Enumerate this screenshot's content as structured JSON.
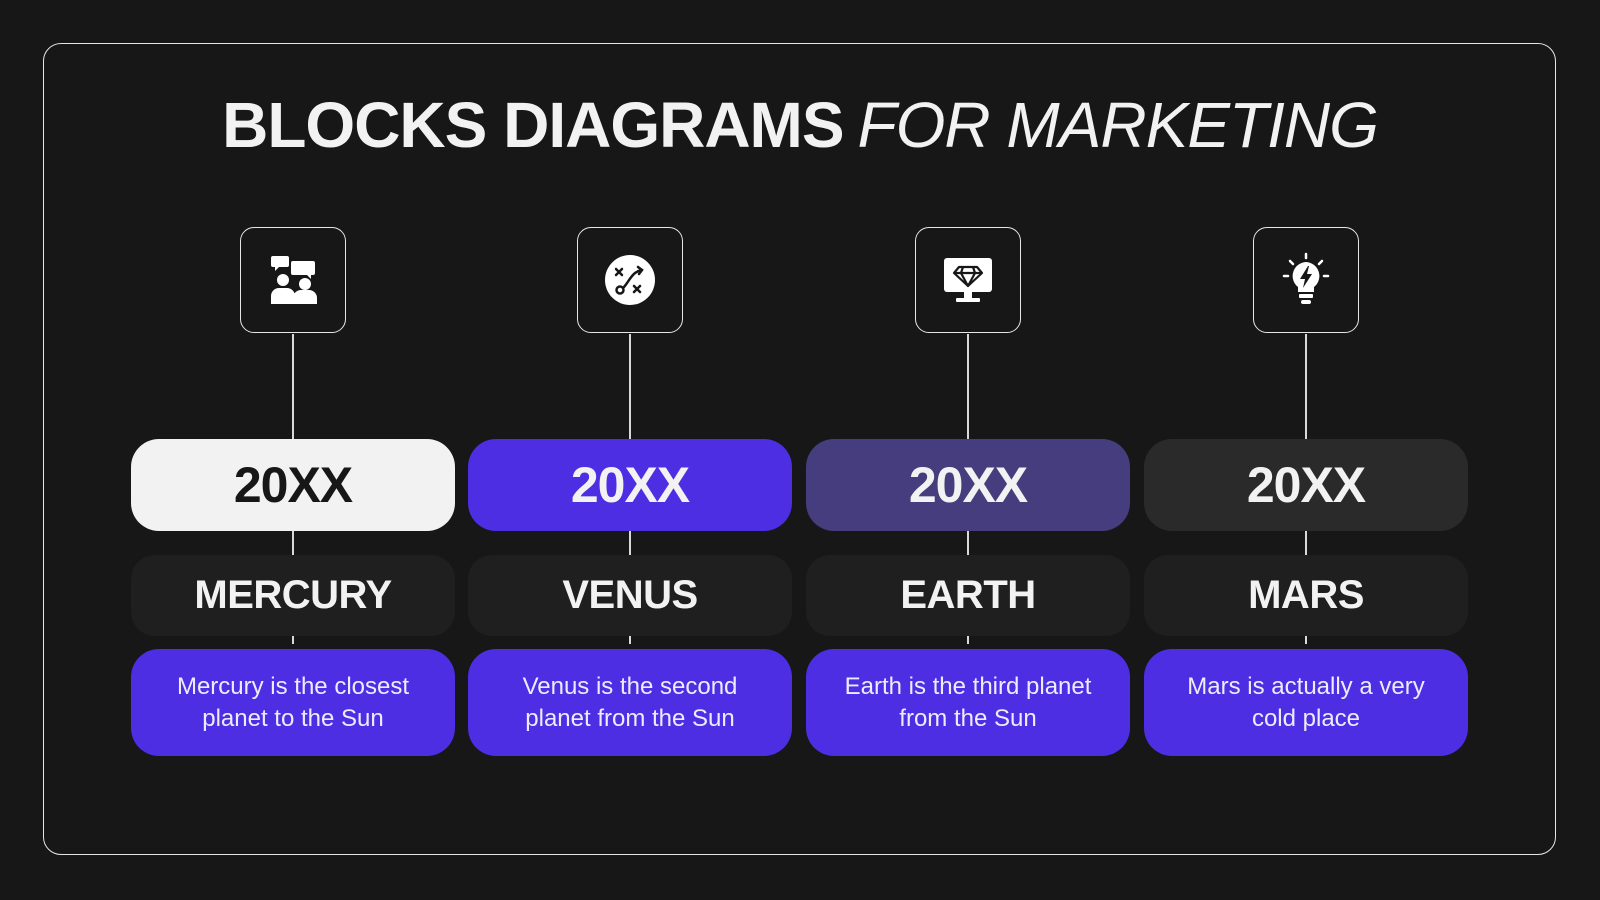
{
  "title": {
    "bold": "BLOCKS DIAGRAMS",
    "light": "FOR MARKETING"
  },
  "colors": {
    "background": "#171717",
    "accent": "#4d2ee3",
    "muted_purple": "#453d7d",
    "white_block": "#f2f2f2",
    "dark_block": "#2a2a2a"
  },
  "columns": [
    {
      "icon": "team-chat-icon",
      "year": "20XX",
      "name": "MERCURY",
      "description": "Mercury is the closest planet to the Sun"
    },
    {
      "icon": "strategy-play-icon",
      "year": "20XX",
      "name": "VENUS",
      "description": "Venus is the second planet from the Sun"
    },
    {
      "icon": "monitor-diamond-icon",
      "year": "20XX",
      "name": "EARTH",
      "description": "Earth is the third planet from the Sun"
    },
    {
      "icon": "lightbulb-bolt-icon",
      "year": "20XX",
      "name": "MARS",
      "description": "Mars is actually a very cold place"
    }
  ]
}
